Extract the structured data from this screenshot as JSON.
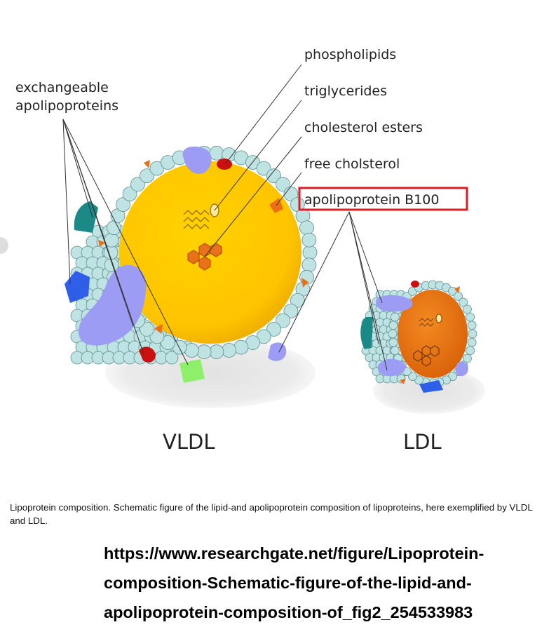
{
  "diagram": {
    "labels": {
      "exchangeable_line1": "exchangeable",
      "exchangeable_line2": "apolipoproteins",
      "phospholipids": "phospholipids",
      "triglycerides": "triglycerides",
      "cholesterol_esters": "cholesterol esters",
      "free_cholesterol": "free cholsterol",
      "apob100": "apolipoprotein B100"
    },
    "particles": {
      "vldl": "VLDL",
      "ldl": "LDL"
    },
    "colors": {
      "vldl_core": "#ffc400",
      "ldl_core": "#ef7a14",
      "phospholipid_head": "#bfe3e3",
      "apob100": "#9c9cf5",
      "highlight_box": "#e01b24",
      "shadow": "#e6e6e6",
      "exchangeable_teal": "#1b8a87",
      "exchangeable_blue": "#2f5fe8",
      "exchangeable_red": "#cc1010",
      "exchangeable_green": "#8ef06a",
      "cholesterol_orange": "#ee6e14"
    }
  },
  "caption": "Lipoprotein composition. Schematic figure of the lipid-and apolipoprotein composition of lipoproteins, here exemplified by VLDL and LDL.",
  "source_url": "https://www.researchgate.net/figure/Lipoprotein-composition-Schematic-figure-of-the-lipid-and-apolipoprotein-composition-of_fig2_254533983"
}
